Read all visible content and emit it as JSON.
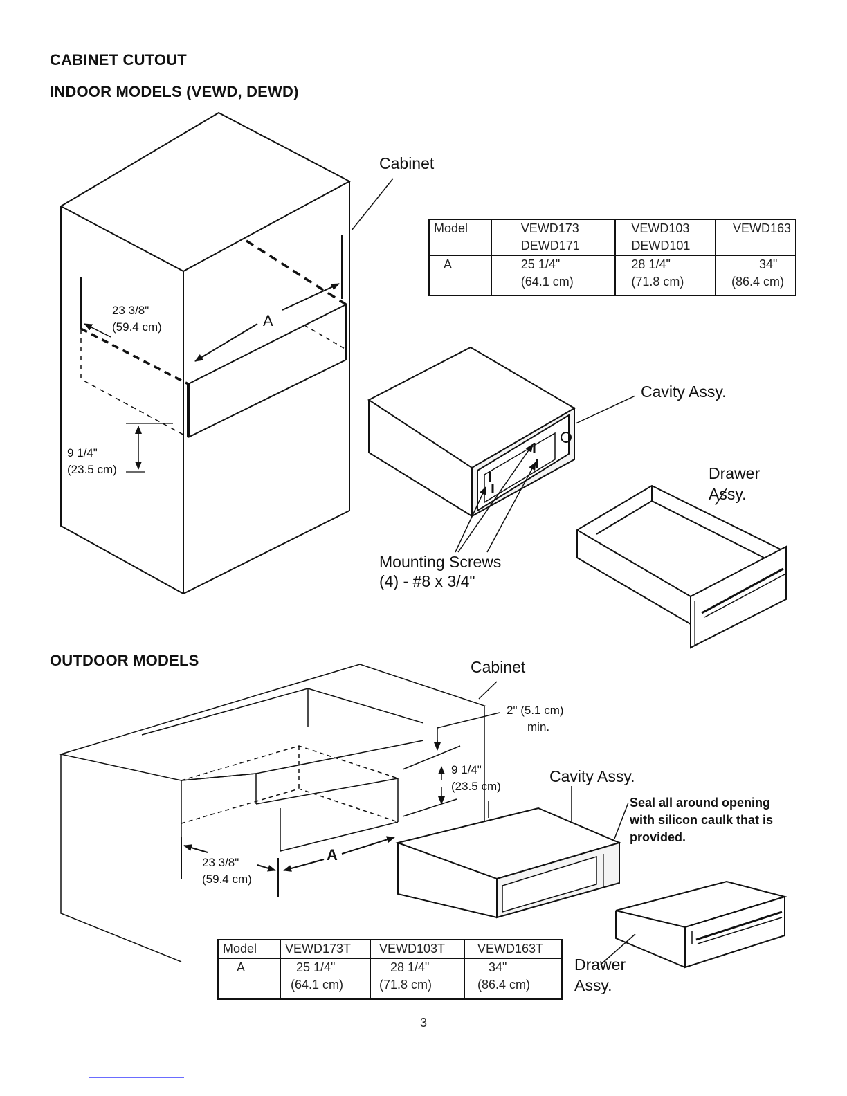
{
  "page": {
    "heading_cutout": "CABINET CUTOUT",
    "heading_indoor": "INDOOR MODELS (VEWD, DEWD)",
    "heading_outdoor": "OUTDOOR MODELS",
    "page_number": "3"
  },
  "indoor": {
    "label_cabinet": "Cabinet",
    "label_cavity": "Cavity Assy.",
    "label_drawer_line1": "Drawer",
    "label_drawer_line2": "Assy.",
    "label_screws_line1": "Mounting Screws",
    "label_screws_line2": "(4) - #8 x 3/4\"",
    "dim_depth_in": "23 3/8\"",
    "dim_depth_cm": "(59.4 cm)",
    "dim_height_in": "9 1/4\"",
    "dim_height_cm": "(23.5 cm)",
    "dim_a": "A",
    "table": {
      "header_label": "Model",
      "row_label": "A",
      "columns": [
        {
          "model_line1": "VEWD173",
          "model_line2": "DEWD171",
          "a_in": "25 1/4\"",
          "a_cm": "(64.1 cm)"
        },
        {
          "model_line1": "VEWD103",
          "model_line2": "DEWD101",
          "a_in": "28 1/4\"",
          "a_cm": "(71.8 cm)"
        },
        {
          "model_line1": "VEWD163",
          "model_line2": "",
          "a_in": "34\"",
          "a_cm": "(86.4 cm)"
        }
      ]
    }
  },
  "outdoor": {
    "label_cabinet": "Cabinet",
    "label_cavity": "Cavity Assy.",
    "label_drawer_line1": "Drawer",
    "label_drawer_line2": "Assy.",
    "dim_min_line1": "2\" (5.1 cm)",
    "dim_min_line2": "min.",
    "dim_height_in": "9 1/4\"",
    "dim_height_cm": "(23.5 cm)",
    "dim_depth_in": "23 3/8\"",
    "dim_depth_cm": "(59.4 cm)",
    "dim_a": "A",
    "note_line1": "Seal all around opening",
    "note_line2": "with silicon caulk that is",
    "note_line3": "provided.",
    "table": {
      "header_label": "Model",
      "row_label": "A",
      "columns": [
        {
          "model": "VEWD173T",
          "a_in": "25 1/4\"",
          "a_cm": "(64.1 cm)"
        },
        {
          "model": "VEWD103T",
          "a_in": "28 1/4\"",
          "a_cm": "(71.8 cm)"
        },
        {
          "model": "VEWD163T",
          "a_in": "34\"",
          "a_cm": "(86.4 cm)"
        }
      ]
    }
  }
}
